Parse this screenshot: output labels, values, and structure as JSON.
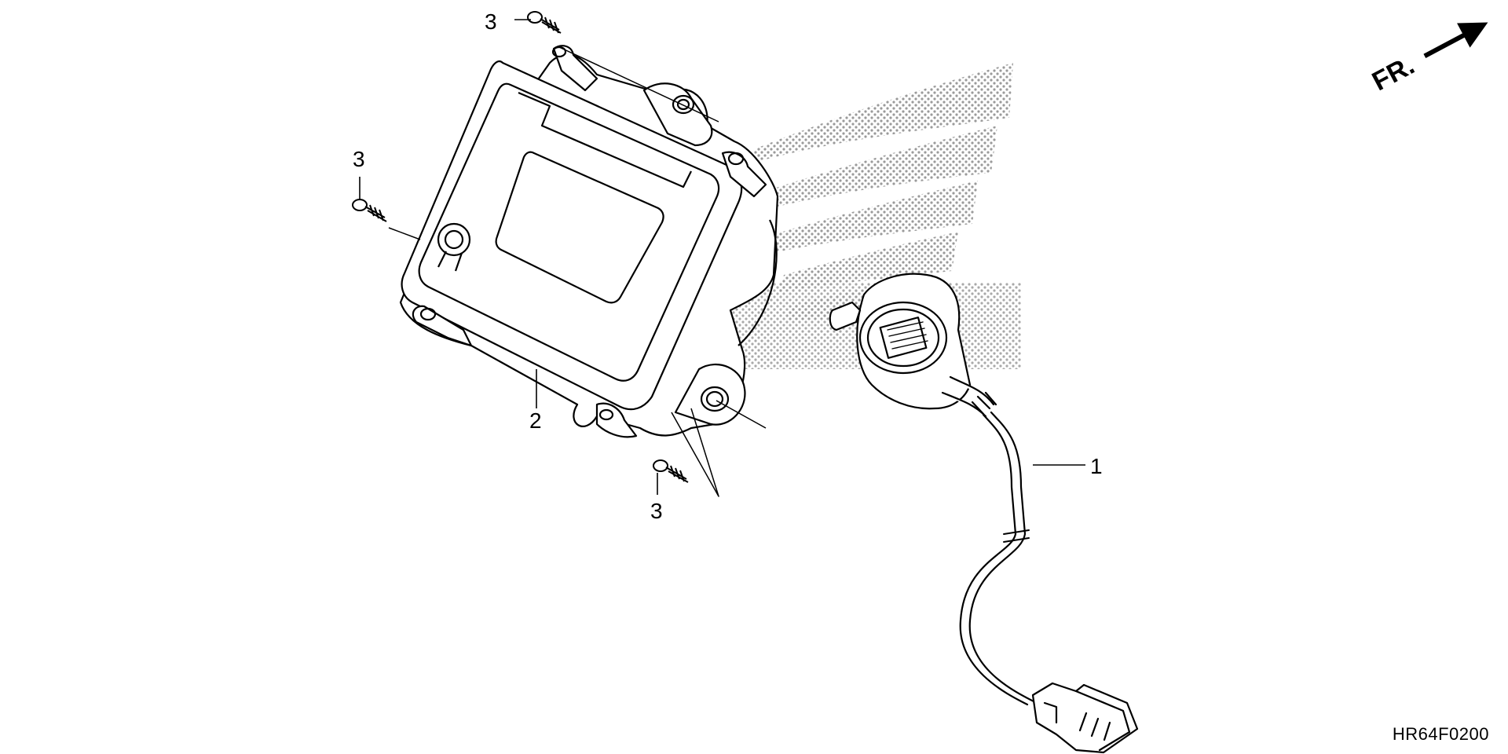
{
  "diagram": {
    "callouts": {
      "part_1": "1",
      "part_2": "2",
      "screw_top": "3",
      "screw_left": "3",
      "screw_bottom": "3"
    },
    "direction_label": "FR.",
    "diagram_code": "HR64F0200"
  },
  "icons": {
    "watermark": "honda-wing-logo",
    "direction": "front-arrow-icon"
  },
  "colors": {
    "line": "#000000",
    "watermark": "#9a9a9a",
    "background": "#ffffff"
  }
}
